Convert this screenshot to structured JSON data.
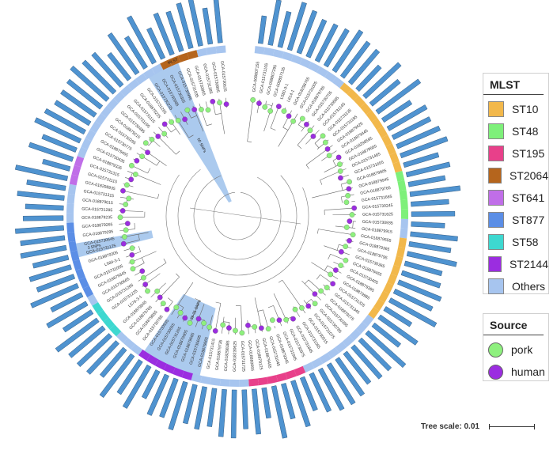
{
  "legend_mlst": {
    "title": "MLST",
    "items": [
      {
        "label": "ST10",
        "color": "#f2b84b"
      },
      {
        "label": "ST48",
        "color": "#7ef07a"
      },
      {
        "label": "ST195",
        "color": "#e8408a"
      },
      {
        "label": "ST2064",
        "color": "#b5651d"
      },
      {
        "label": "ST641",
        "color": "#c06ee8"
      },
      {
        "label": "ST877",
        "color": "#5b8ee6"
      },
      {
        "label": "ST58",
        "color": "#3ed8d0"
      },
      {
        "label": "ST2144",
        "color": "#9b2de0"
      },
      {
        "label": "Others",
        "color": "#a7c5ef"
      }
    ]
  },
  "legend_source": {
    "title": "Source",
    "items": [
      {
        "label": "pork",
        "color": "#8ef07e"
      },
      {
        "label": "human",
        "color": "#9b2de0"
      }
    ]
  },
  "tree_scale": {
    "label": "Tree scale: 0.01"
  },
  "highlight_labels": {
    "clade_a": "60 SNPs",
    "clade_b": "39-31 SNPs",
    "clade_c": "3 SNPs"
  },
  "ring_label": "MLST",
  "leaves": [
    "GCA-008807155",
    "GCA-015731105",
    "GCA-008807295",
    "GCA-008807135",
    "L580-3-1",
    "L614-1",
    "GCA-018298765",
    "GCA-015731005",
    "GCA-018879785",
    "GCA-015730705",
    "GCA-015730585",
    "GCA-015731145",
    "GCA-015731135",
    "GCA-015731185",
    "GCA-018879425",
    "GCA-018879445",
    "GCA-018298595",
    "GCA-018879565",
    "GCA-015731465",
    "GCA-015731655",
    "GCA-018879905",
    "GCA-018879945",
    "GCA-018879765",
    "GCA-015731665",
    "GCA-015730245",
    "GCA-015731625",
    "GCA-015730935",
    "GCA-018879915",
    "GCA-018879555",
    "GCA-018879365",
    "GCA-018879795",
    "GCA-015730365",
    "GCA-018879455",
    "GCA-015730405",
    "GCA-018879395",
    "GCA-018879985",
    "GCA-015731325",
    "GCA-015731345",
    "GCA-018879275",
    "GCA-015730355",
    "GCA-015730785",
    "GCA-015731075",
    "GCA-015730515",
    "GCA-015731065",
    "GCA-015731845",
    "GCA-015730975",
    "GCA-015731045",
    "GCA-018879345",
    "GCA-015731045",
    "GCA-018879455",
    "GCA-018879125",
    "GCA-018880065",
    "GCA-015731725",
    "GCA-018230625",
    "GCA-018298385",
    "GCA-018879735",
    "GCA-015731415",
    "GCA-018879665",
    "GCA-015730605",
    "GCA-018879685",
    "GCA-018879905",
    "GCA-015731265",
    "GCA-015730655",
    "GCA-015730935",
    "GCA-015730785",
    "GCA-018879855",
    "GCA-018879765",
    "GCA-018879545",
    "L576-3-1",
    "GCA-015731225",
    "GCA-015731265",
    "GCA-015730665",
    "GCA-018879345",
    "GCA-015731055",
    "L584-3-1",
    "GCA-018879305",
    "GCA-015731125",
    "GCA-015730545",
    "GCA-018879295",
    "GCA-018879265",
    "GCA-018879235",
    "GCA-015731285",
    "GCA-018879015",
    "GCA-015731315",
    "GCA-018298935",
    "GCA-015731115",
    "GCA-015731315",
    "GCA-018879335",
    "GCA-015730435",
    "GCA-018879455",
    "GCA-015730775",
    "GCA-015730295",
    "GCA-018879215",
    "GCA-015730485",
    "GCA-015731195",
    "GCA-015731115",
    "GCA-018879225",
    "GCA-015731265",
    "GCA-015730235",
    "GCA-015730085",
    "GCA-015730305",
    "GCA-015730995",
    "GCA-015731035",
    "GCA-015730855",
    "GCA-015731285",
    "GCA-015730805",
    "GCA-015730625"
  ]
}
